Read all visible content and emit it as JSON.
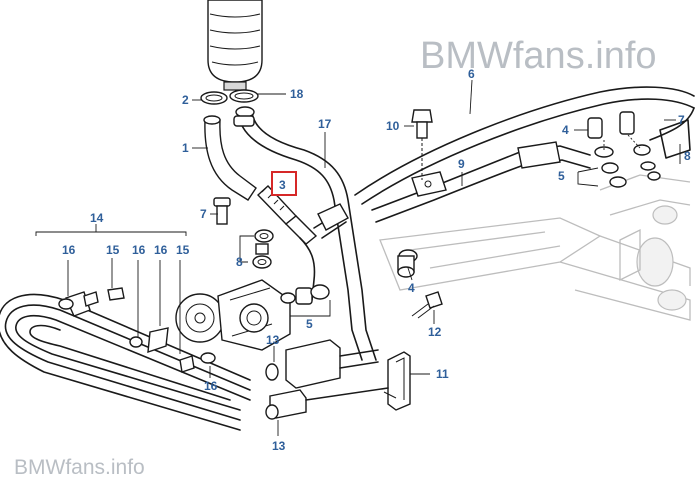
{
  "watermark": {
    "top_right": "BMWfans.info",
    "bottom_left": "BMWfans.info"
  },
  "highlight": {
    "label": "3",
    "color": "#d62828"
  },
  "label_color": "#2f5f9a",
  "callouts": [
    {
      "id": "c1",
      "text": "1"
    },
    {
      "id": "c2",
      "text": "2"
    },
    {
      "id": "c18",
      "text": "18"
    },
    {
      "id": "c17",
      "text": "17"
    },
    {
      "id": "c6",
      "text": "6"
    },
    {
      "id": "c10",
      "text": "10"
    },
    {
      "id": "c4a",
      "text": "4"
    },
    {
      "id": "c7a",
      "text": "7"
    },
    {
      "id": "c8a",
      "text": "8"
    },
    {
      "id": "c9",
      "text": "9"
    },
    {
      "id": "c5a",
      "text": "5"
    },
    {
      "id": "c7b",
      "text": "7"
    },
    {
      "id": "c14",
      "text": "14"
    },
    {
      "id": "c16a",
      "text": "16"
    },
    {
      "id": "c15a",
      "text": "15"
    },
    {
      "id": "c16b",
      "text": "16"
    },
    {
      "id": "c16c",
      "text": "16"
    },
    {
      "id": "c15b",
      "text": "15"
    },
    {
      "id": "c8b",
      "text": "8"
    },
    {
      "id": "c4b",
      "text": "4"
    },
    {
      "id": "c5b",
      "text": "5"
    },
    {
      "id": "c12",
      "text": "12"
    },
    {
      "id": "c13a",
      "text": "13"
    },
    {
      "id": "c11",
      "text": "11"
    },
    {
      "id": "c16d",
      "text": "16"
    },
    {
      "id": "c13b",
      "text": "13"
    }
  ]
}
